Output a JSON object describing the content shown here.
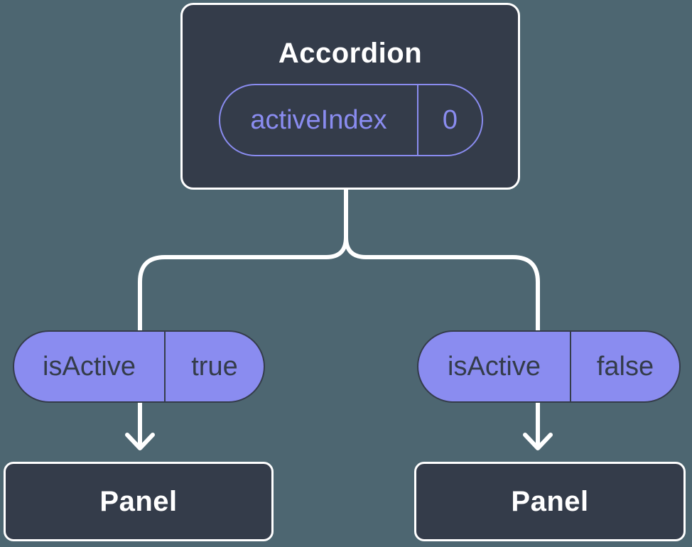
{
  "tree": {
    "root": {
      "title": "Accordion",
      "state": {
        "label": "activeIndex",
        "value": "0"
      }
    },
    "children": [
      {
        "prop": {
          "label": "isActive",
          "value": "true"
        },
        "title": "Panel"
      },
      {
        "prop": {
          "label": "isActive",
          "value": "false"
        },
        "title": "Panel"
      }
    ]
  },
  "colors": {
    "background": "#4D6671",
    "node_fill": "#343C4A",
    "node_border": "#FFFFFF",
    "connector": "#FFFFFF",
    "accent_purple": "#8A8CF0",
    "pill_dark_text": "#343C4A",
    "title_text": "#FFFFFF"
  }
}
